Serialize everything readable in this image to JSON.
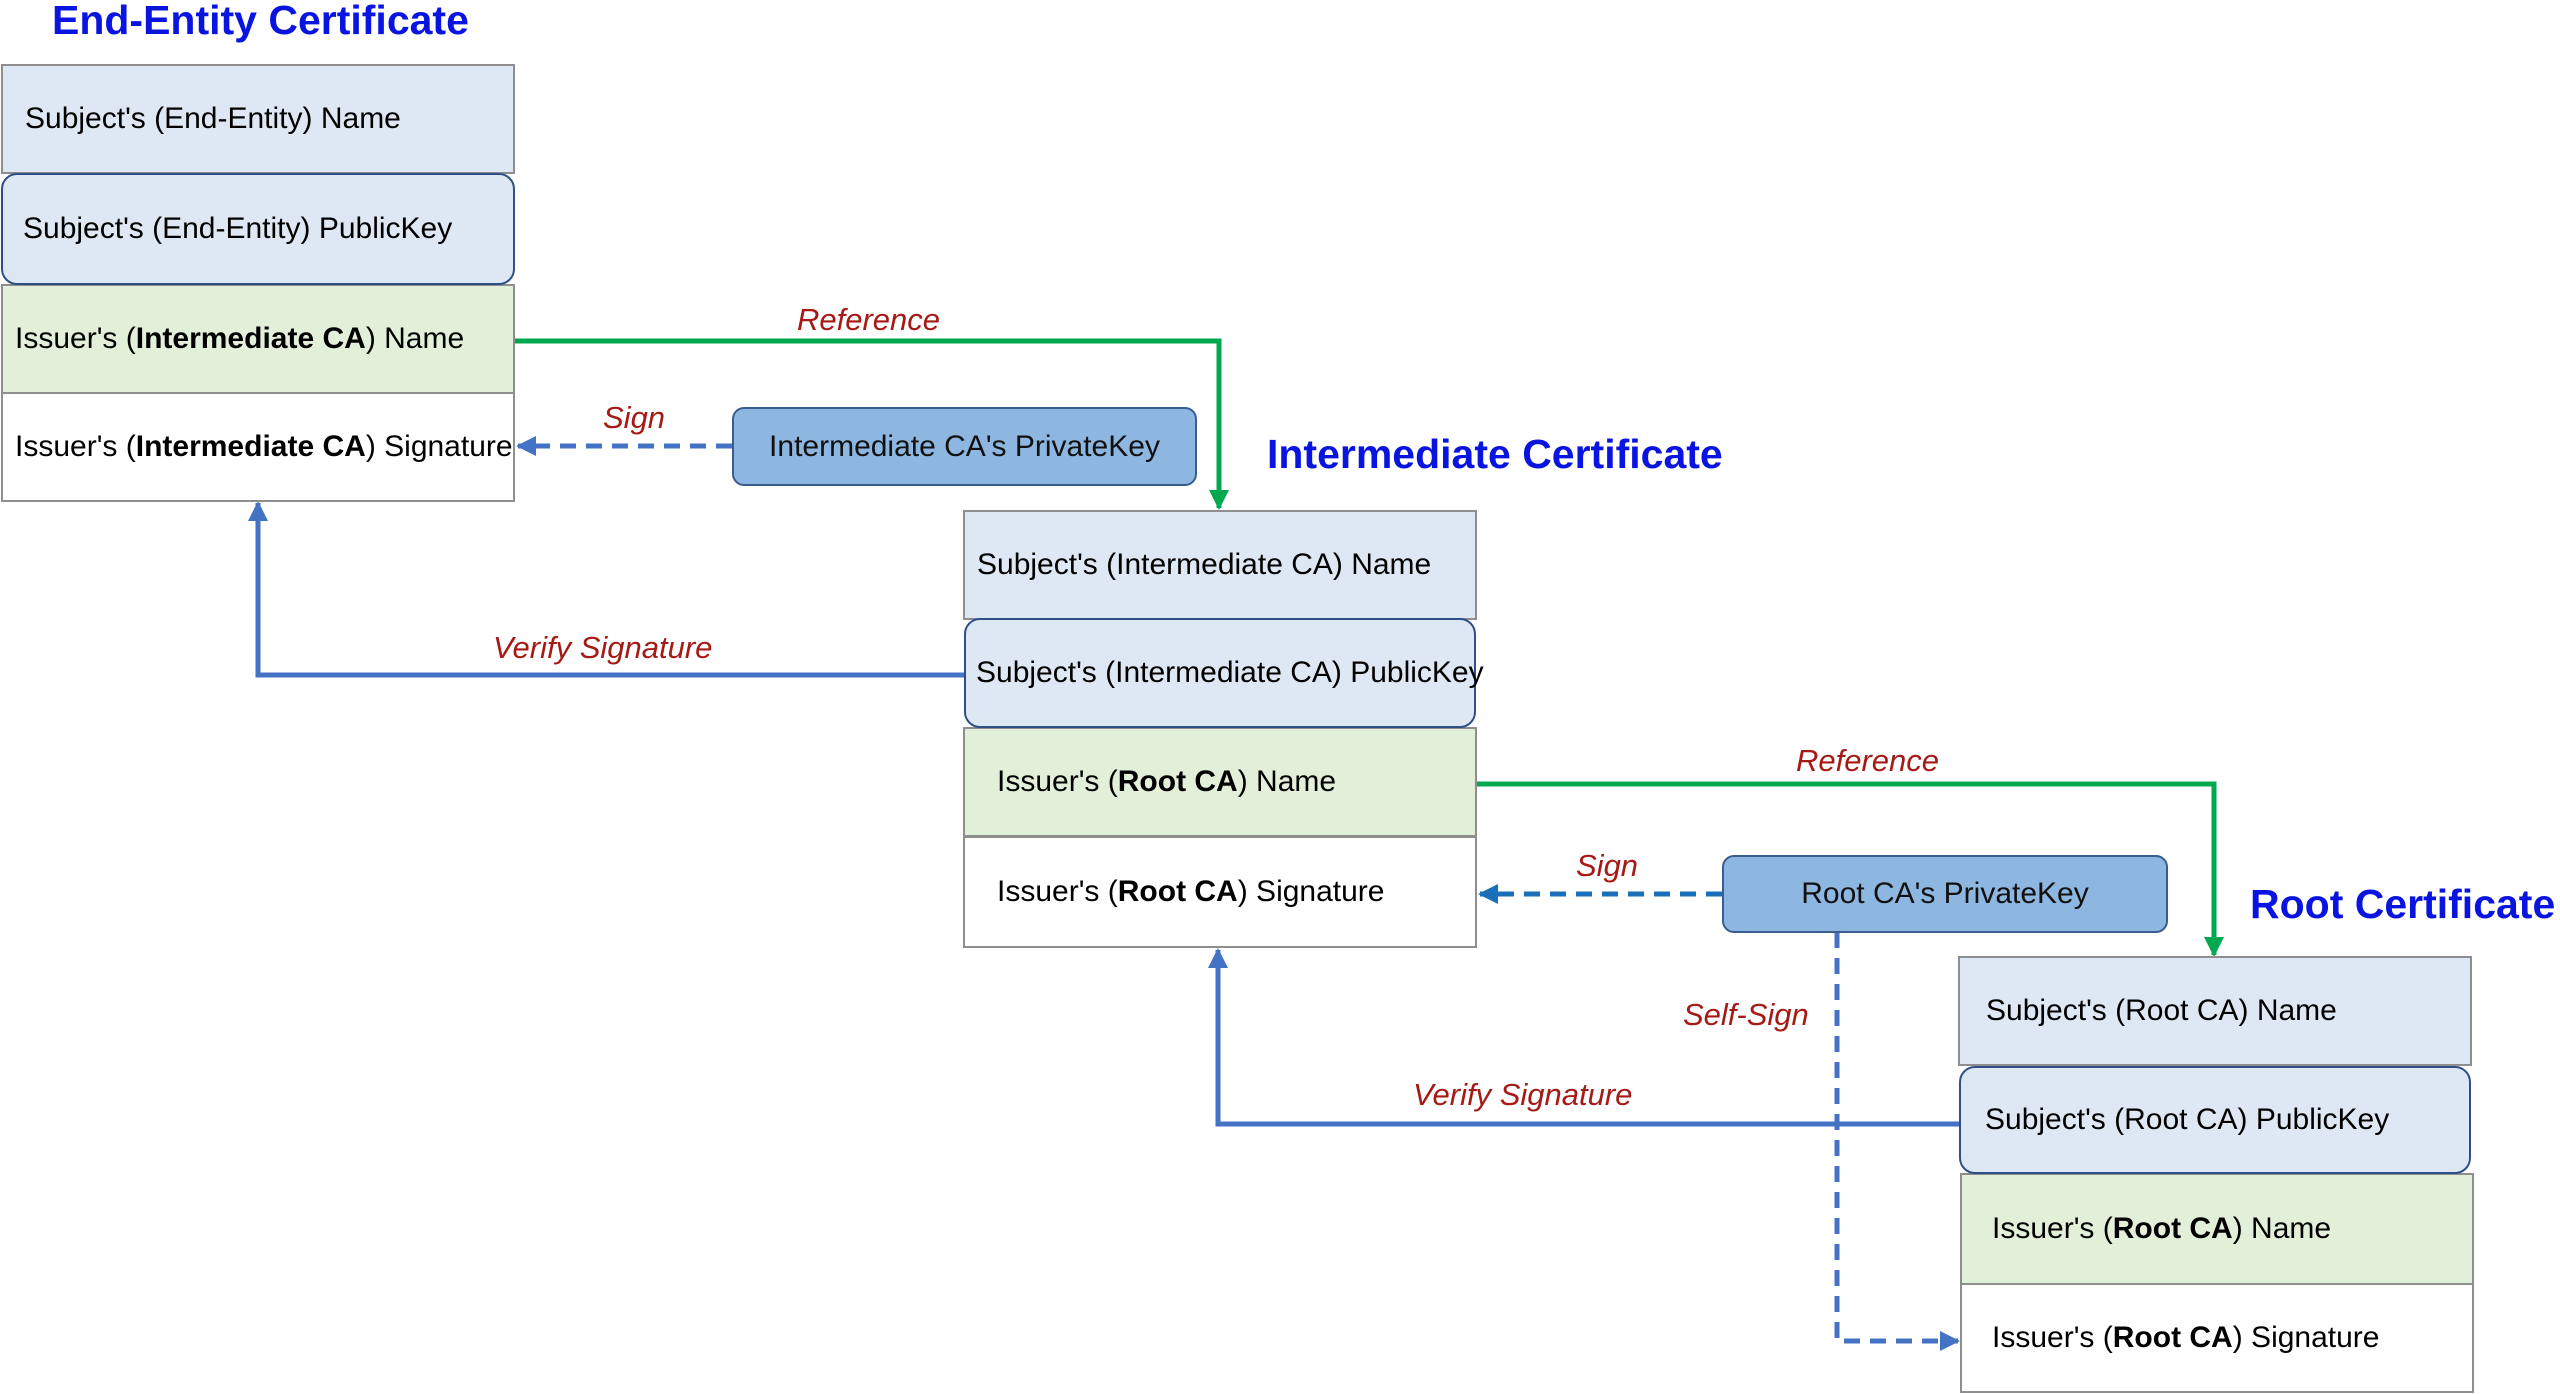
{
  "end_entity": {
    "title": "End-Entity Certificate",
    "subject_name": "Subject's (End-Entity) Name",
    "subject_key": "Subject's (End-Entity) PublicKey",
    "issuer_name": {
      "pre": "Issuer's (",
      "bold": "Intermediate CA",
      "post": ") Name"
    },
    "issuer_sig": {
      "pre": "Issuer's (",
      "bold": "Intermediate CA",
      "post": ") Signature"
    }
  },
  "intermediate": {
    "title": "Intermediate Certificate",
    "subject_name": "Subject's (Intermediate CA) Name",
    "subject_key": "Subject's (Intermediate CA) PublicKey",
    "issuer_name": {
      "pre": "Issuer's (",
      "bold": "Root CA",
      "post": ") Name"
    },
    "issuer_sig": {
      "pre": "Issuer's (",
      "bold": "Root CA",
      "post": ") Signature"
    }
  },
  "root": {
    "title": "Root Certificate",
    "subject_name": "Subject's (Root CA) Name",
    "subject_key": "Subject's (Root CA) PublicKey",
    "issuer_name": {
      "pre": "Issuer's (",
      "bold": "Root CA",
      "post": ") Name"
    },
    "issuer_sig": {
      "pre": "Issuer's (",
      "bold": "Root CA",
      "post": ") Signature"
    }
  },
  "keys": {
    "intermediate_private": "Intermediate CA's PrivateKey",
    "root_private": "Root CA's PrivateKey"
  },
  "labels": {
    "reference_1": "Reference",
    "sign_1": "Sign",
    "verify_1": "Verify Signature",
    "reference_2": "Reference",
    "sign_2": "Sign",
    "self_sign": "Self-Sign",
    "verify_2": "Verify Signature"
  },
  "colors": {
    "title": "#0a14e0",
    "label": "#a61a16",
    "reference_line": "#00a84f",
    "verify_line": "#4472c4",
    "sign_line": "#4472c4",
    "cell_blue": "#dee8f4",
    "cell_green": "#e2efd9",
    "key_fill": "#8db6e0"
  }
}
